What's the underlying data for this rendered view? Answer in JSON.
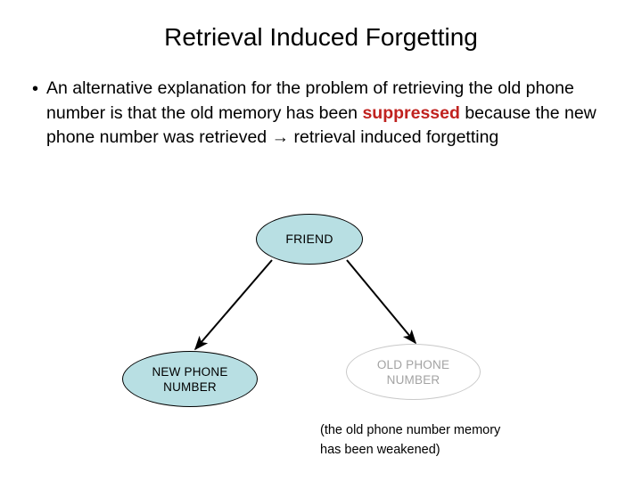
{
  "slide": {
    "title": "Retrieval Induced Forgetting",
    "bullet": {
      "marker": "•",
      "part1": "An alternative explanation for the problem of retrieving the old phone number is that the old memory has been ",
      "highlight": "suppressed",
      "part2": " because the new phone number was retrieved ",
      "arrow_glyph": "→",
      "part3": " retrieval induced forgetting"
    },
    "diagram": {
      "nodes": [
        {
          "id": "friend",
          "label": "FRIEND",
          "state": "active"
        },
        {
          "id": "new-phone-number",
          "label_line1": "NEW PHONE",
          "label_line2": "NUMBER",
          "state": "active"
        },
        {
          "id": "old-phone-number",
          "label_line1": "OLD PHONE",
          "label_line2": "NUMBER",
          "state": "weakened"
        }
      ],
      "edges": [
        {
          "from": "friend",
          "to": "new-phone-number",
          "style": "solid-black-arrow"
        },
        {
          "from": "friend",
          "to": "old-phone-number",
          "style": "solid-black-arrow"
        }
      ]
    },
    "caption": {
      "line1": "(the old phone number memory",
      "line2": "has been weakened)"
    },
    "colors": {
      "node_fill": "#b8dfe3",
      "node_stroke": "#000000",
      "weak_stroke": "#c9c9c9",
      "weak_text": "#a3a3a3",
      "highlight_red": "#c0221f",
      "background": "#ffffff"
    }
  }
}
